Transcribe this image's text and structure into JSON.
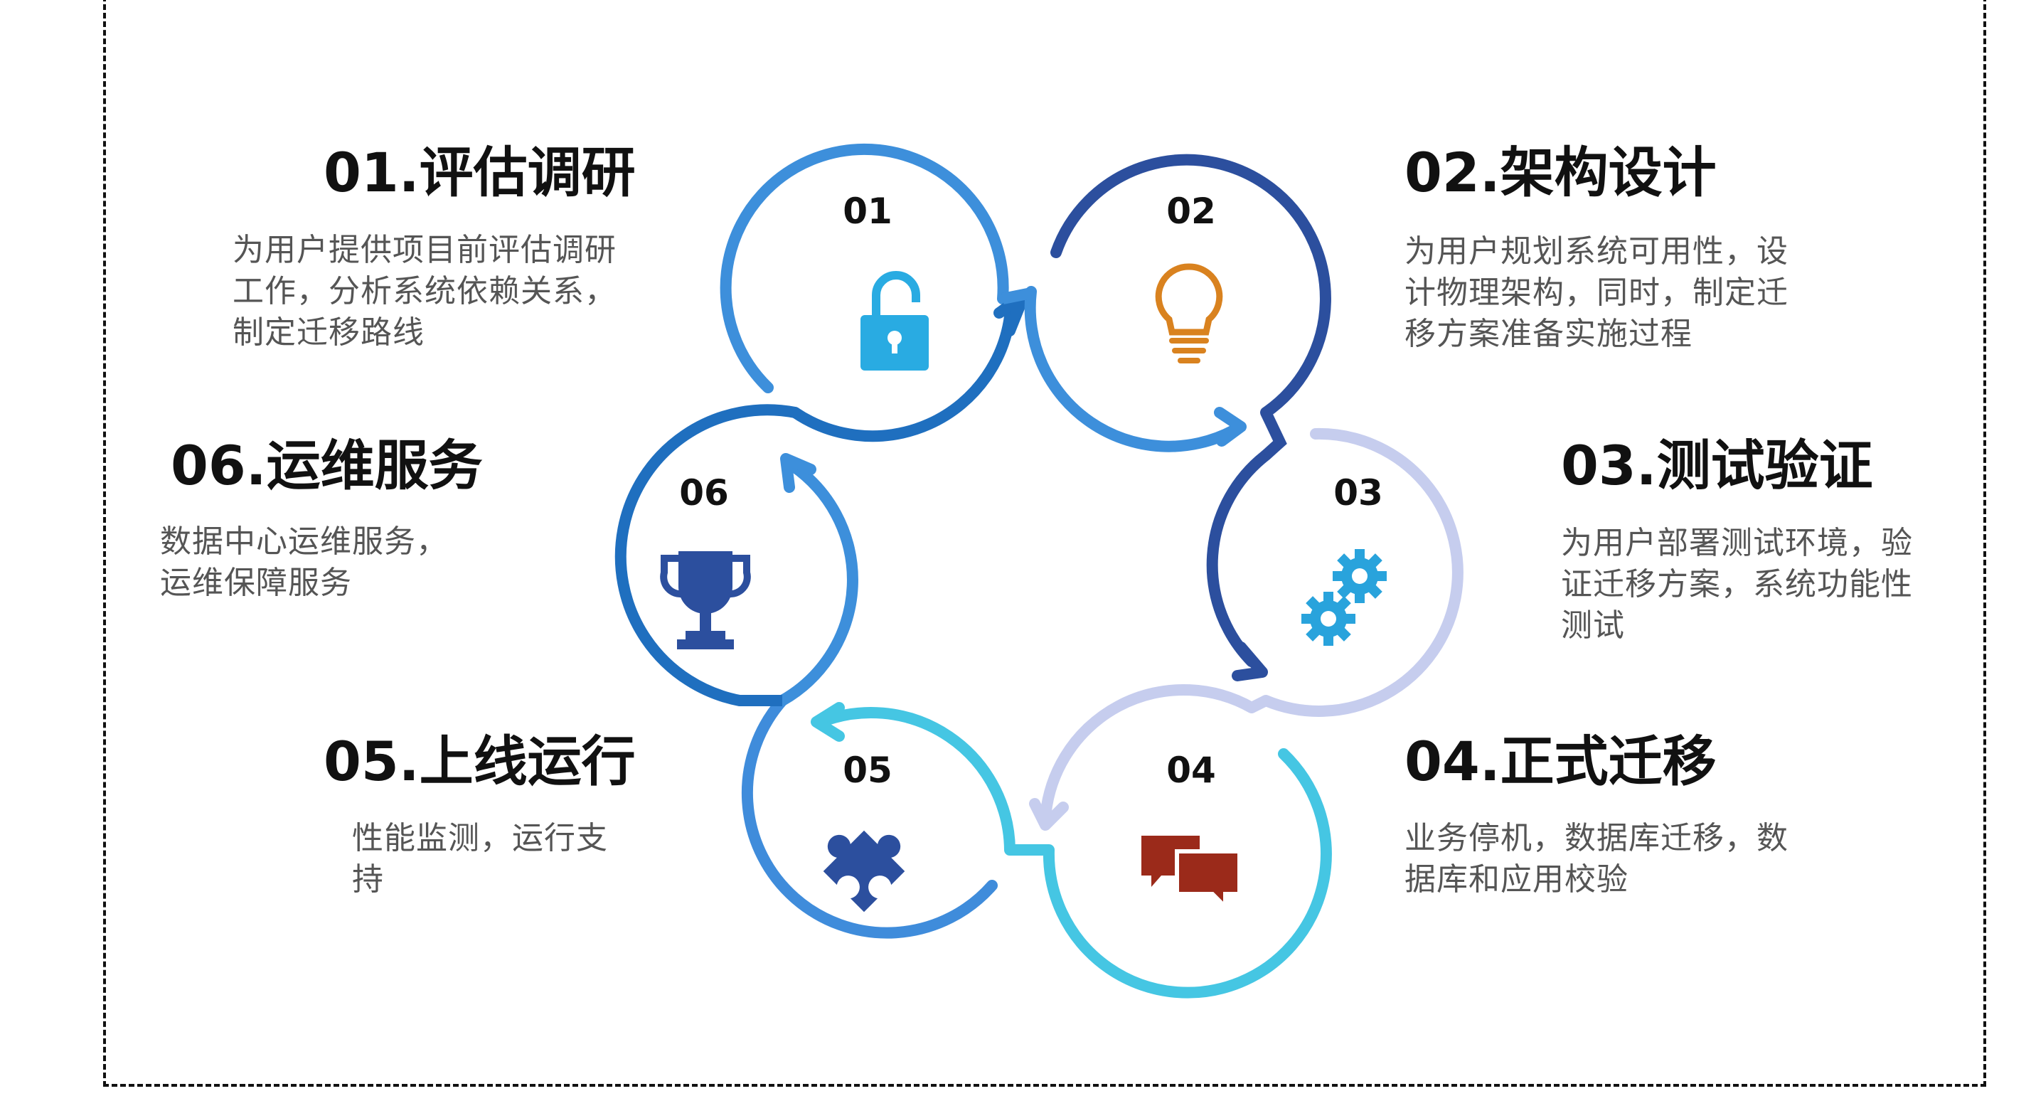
{
  "steps": [
    {
      "num": "01",
      "title": "01.评估调研",
      "desc": "为用户提供项目前评估调研\n工作，分析系统依赖关系，\n制定迁移路线",
      "icon": "unlocked-padlock-icon",
      "color": "#29ABE2"
    },
    {
      "num": "02",
      "title": "02.架构设计",
      "desc": "为用户规划系统可用性，设\n计物理架构，同时，制定迁\n移方案准备实施过程",
      "icon": "light-bulb-icon",
      "color": "#D9821F"
    },
    {
      "num": "03",
      "title": "03.测试验证",
      "desc": "为用户部署测试环境，验\n证迁移方案，系统功能性\n测试",
      "icon": "gears-icon",
      "color": "#29A3DC"
    },
    {
      "num": "04",
      "title": "04.正式迁移",
      "desc": "业务停机，数据库迁移，数\n据库和应用校验",
      "icon": "chat-bubbles-icon",
      "color": "#9B2A1A"
    },
    {
      "num": "05",
      "title": "05.上线运行",
      "desc": "性能监测，运行支\n持",
      "icon": "puzzle-piece-icon",
      "color": "#2C4F9E"
    },
    {
      "num": "06",
      "title": "06.运维服务",
      "desc": "数据中心运维服务，\n运维保障服务",
      "icon": "trophy-icon",
      "color": "#2C4F9E"
    }
  ],
  "colors": {
    "ring1": "#3D8FDB",
    "ring2": "#2C4F9E",
    "ring3": "#C6CDEE",
    "ring4": "#45C6E3",
    "ring5": "#3F8CDB",
    "ring6": "#1F6FBF"
  }
}
